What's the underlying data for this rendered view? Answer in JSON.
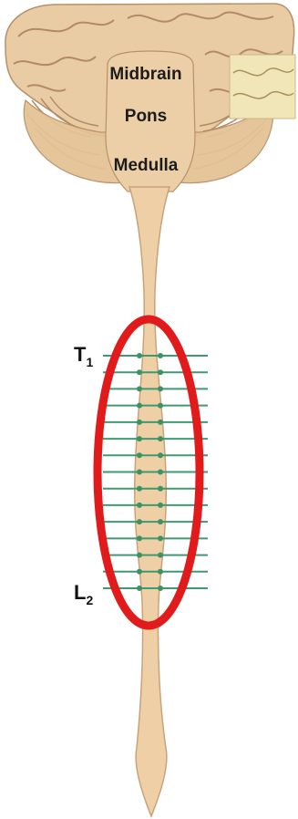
{
  "brain_labels": {
    "midbrain": "Midbrain",
    "pons": "Pons",
    "medulla": "Medulla"
  },
  "segment_labels": {
    "top": {
      "letter": "T",
      "sub": "1"
    },
    "bottom": {
      "letter": "L",
      "sub": "2"
    }
  },
  "nerve_pairs_highlighted": 15,
  "colors": {
    "cord": "#efd0a6",
    "cord_outline": "#c9a27a",
    "brain": "#e8c9a0",
    "nerve": "#3f9a72",
    "ganglion": "#3a9265",
    "highlight": "#e11b1b"
  }
}
